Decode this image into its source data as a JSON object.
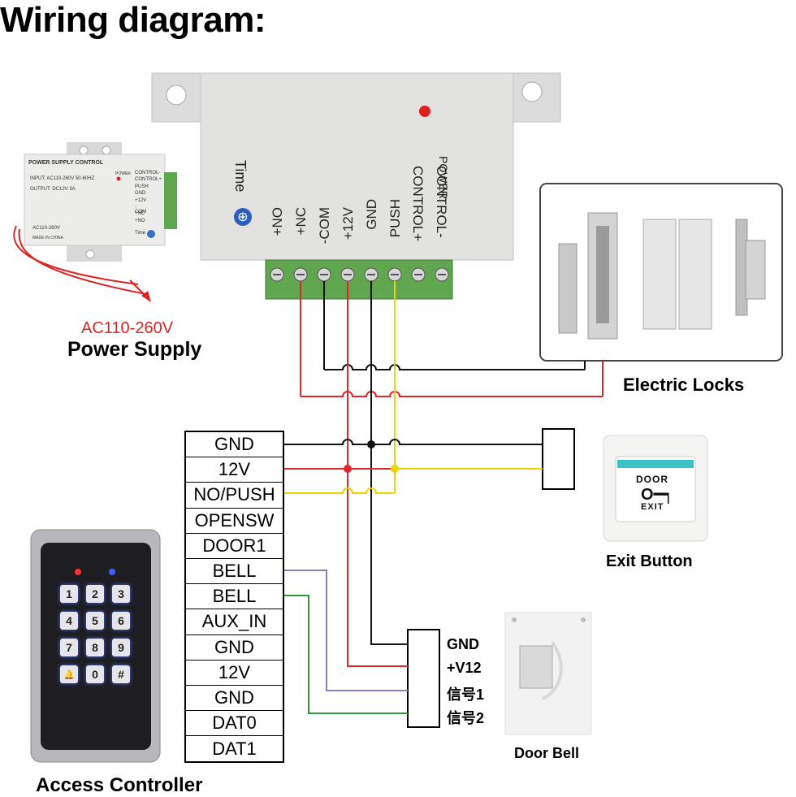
{
  "title": "Wiring diagram:",
  "power_supply": {
    "label": "Power Supply",
    "input_label": "AC110-260V",
    "panel_title": "POWER SUPPLY CONTROL",
    "panel_input": "INPUT: AC110-260V 50-60HZ",
    "panel_output": "OUTPUT: DC12V  3A",
    "panel_bottom": "AC110-260V",
    "panel_made": "MADE IN CHINA",
    "panel_power": "POWER",
    "panel_time": "Time",
    "panel_terms": [
      "CONTROL-",
      "CONTROL+",
      "PUSH",
      "GND",
      "+12V",
      "-COM",
      "+NC",
      "+NO"
    ]
  },
  "controller_box": {
    "power_label": "POWER",
    "time_label": "Time",
    "terminals_left": [
      "+NO",
      "+NC",
      "-COM",
      "+12V",
      "GND",
      "PUSH"
    ],
    "terminals_right": [
      "CONTROL+",
      "CONTROL-"
    ]
  },
  "electric_locks": {
    "label": "Electric Locks"
  },
  "exit_button": {
    "label": "Exit Button",
    "text_top": "DOOR",
    "text_bottom": "EXIT"
  },
  "door_bell": {
    "label": "Door Bell",
    "terminals": [
      "GND",
      "+V12",
      "信号1",
      "信号2"
    ]
  },
  "access_controller": {
    "label": "Access Controller",
    "terminals": [
      "GND",
      "12V",
      "NO/PUSH",
      "OPENSW",
      "DOOR1",
      "BELL",
      "BELL",
      "AUX_IN",
      "GND",
      "12V",
      "GND",
      "DAT0",
      "DAT1"
    ],
    "keys": [
      "1",
      "2",
      "3",
      "4",
      "5",
      "6",
      "7",
      "8",
      "9",
      "",
      "0",
      "#"
    ]
  },
  "colors": {
    "red": "#e0262b",
    "black": "#111111",
    "yellow": "#f0d400",
    "purple": "#8a7fb8",
    "green": "#2a9a3a",
    "terminal_green": "#5fa64f"
  }
}
